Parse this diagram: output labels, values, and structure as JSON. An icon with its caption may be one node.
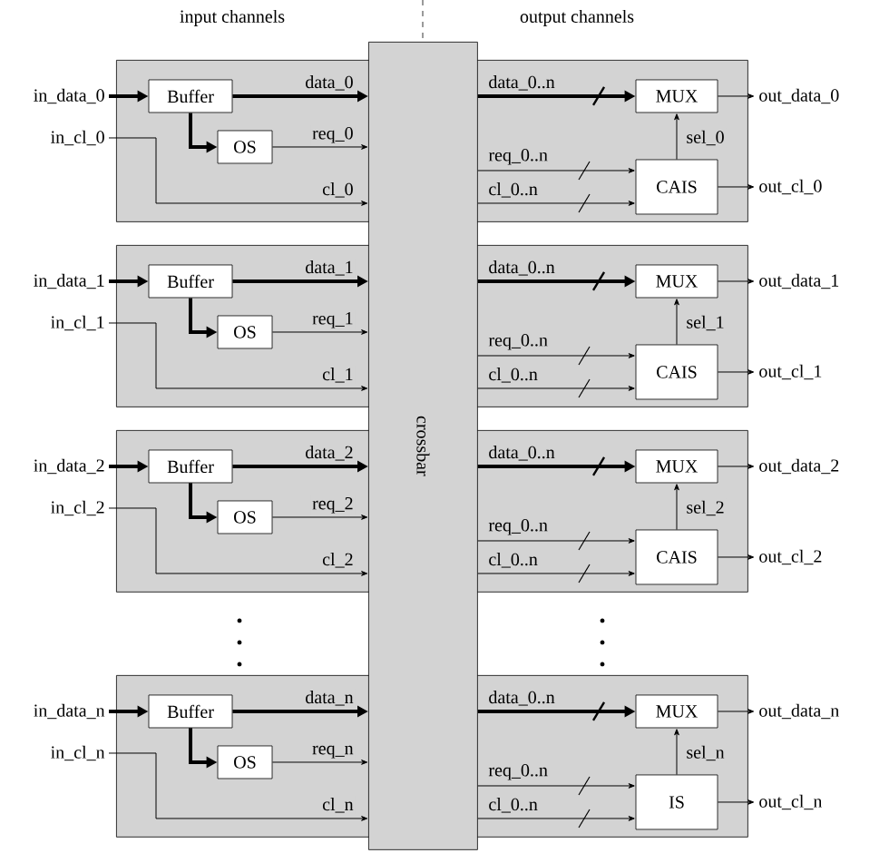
{
  "diagram": {
    "nodes": [
      {
        "text": [
          "crossbar"
        ]
      },
      {
        "text": [
          "in_data_0"
        ]
      },
      {
        "text": [
          "in_cl_0"
        ]
      },
      {
        "text": [],
        "shape": "box"
      },
      {
        "text": [
          "Buffer"
        ],
        "in": 3
      },
      {
        "text": [
          "OS"
        ],
        "in": 3
      },
      {
        "text": [],
        "shape": "box"
      },
      {
        "text": [
          "MUX"
        ],
        "in": 6
      },
      {
        "text": [
          "CAIS"
        ],
        "in": 6
      },
      {
        "text": [
          "out_data_0"
        ]
      },
      {
        "text": [
          "out_cl_0"
        ]
      },
      {
        "text": [
          "in_data_1"
        ]
      },
      {
        "text": [
          "in_cl_1"
        ]
      },
      {
        "text": [],
        "shape": "box"
      },
      {
        "text": [
          "Buffer"
        ],
        "in": 13
      },
      {
        "text": [
          "OS"
        ],
        "in": 13
      },
      {
        "text": [],
        "shape": "box"
      },
      {
        "text": [
          "MUX"
        ],
        "in": 16
      },
      {
        "text": [
          "CAIS"
        ],
        "in": 16
      },
      {
        "text": [
          "out_data_1"
        ]
      },
      {
        "text": [
          "out_cl_1"
        ]
      },
      {
        "text": [
          "in_data_2"
        ]
      },
      {
        "text": [
          "in_cl_2"
        ]
      },
      {
        "text": [],
        "shape": "box"
      },
      {
        "text": [
          "Buffer"
        ],
        "in": 23
      },
      {
        "text": [
          "OS"
        ],
        "in": 23
      },
      {
        "text": [],
        "shape": "box"
      },
      {
        "text": [
          "MUX"
        ],
        "in": 26
      },
      {
        "text": [
          "CAIS"
        ],
        "in": 26
      },
      {
        "text": [
          "out_data_2"
        ]
      },
      {
        "text": [
          "out_cl_2"
        ]
      },
      {
        "text": [
          "in_data_n"
        ]
      },
      {
        "text": [
          "in_cl_n"
        ]
      },
      {
        "text": [],
        "shape": "box"
      },
      {
        "text": [
          "Buffer"
        ],
        "in": 33
      },
      {
        "text": [
          "OS"
        ],
        "in": 33
      },
      {
        "text": [],
        "shape": "box"
      },
      {
        "text": [
          "MUX"
        ],
        "in": 36
      },
      {
        "text": [
          "IS"
        ],
        "in": 36
      },
      {
        "text": [
          "out_data_n"
        ]
      },
      {
        "text": [
          "out_cl_n"
        ]
      }
    ],
    "edges": [
      {
        "from": 1,
        "to": 4,
        "arrow": "to",
        "style": "thick"
      },
      {
        "from": 4,
        "to": 0,
        "arrow": "to",
        "label": "data_0",
        "style": "thick"
      },
      {
        "from": 4,
        "to": 5,
        "arrow": "to",
        "style": "thick"
      },
      {
        "from": 5,
        "to": 0,
        "arrow": "to",
        "label": "req_0"
      },
      {
        "from": 2,
        "to": 0,
        "arrow": "to",
        "label": "cl_0"
      },
      {
        "from": 0,
        "to": 7,
        "arrow": "to",
        "label": "data_0..n",
        "style": "thick"
      },
      {
        "from": 0,
        "to": 8,
        "arrow": "to",
        "label": "req_0..n"
      },
      {
        "from": 0,
        "to": 8,
        "arrow": "to",
        "label": "cl_0..n"
      },
      {
        "from": 8,
        "to": 7,
        "arrow": "to",
        "label": "sel_0"
      },
      {
        "from": 7,
        "to": 9,
        "arrow": "to"
      },
      {
        "from": 8,
        "to": 10,
        "arrow": "to"
      },
      {
        "from": 11,
        "to": 14,
        "arrow": "to",
        "style": "thick"
      },
      {
        "from": 14,
        "to": 0,
        "arrow": "to",
        "label": "data_1",
        "style": "thick"
      },
      {
        "from": 14,
        "to": 15,
        "arrow": "to",
        "style": "thick"
      },
      {
        "from": 15,
        "to": 0,
        "arrow": "to",
        "label": "req_1"
      },
      {
        "from": 12,
        "to": 0,
        "arrow": "to",
        "label": "cl_1"
      },
      {
        "from": 0,
        "to": 17,
        "arrow": "to",
        "label": "data_0..n",
        "style": "thick"
      },
      {
        "from": 0,
        "to": 18,
        "arrow": "to",
        "label": "req_0..n"
      },
      {
        "from": 0,
        "to": 18,
        "arrow": "to",
        "label": "cl_0..n"
      },
      {
        "from": 18,
        "to": 17,
        "arrow": "to",
        "label": "sel_1"
      },
      {
        "from": 17,
        "to": 19,
        "arrow": "to"
      },
      {
        "from": 18,
        "to": 20,
        "arrow": "to"
      },
      {
        "from": 21,
        "to": 24,
        "arrow": "to",
        "style": "thick"
      },
      {
        "from": 24,
        "to": 0,
        "arrow": "to",
        "label": "data_2",
        "style": "thick"
      },
      {
        "from": 24,
        "to": 25,
        "arrow": "to",
        "style": "thick"
      },
      {
        "from": 25,
        "to": 0,
        "arrow": "to",
        "label": "req_2"
      },
      {
        "from": 22,
        "to": 0,
        "arrow": "to",
        "label": "cl_2"
      },
      {
        "from": 0,
        "to": 27,
        "arrow": "to",
        "label": "data_0..n",
        "style": "thick"
      },
      {
        "from": 0,
        "to": 28,
        "arrow": "to",
        "label": "req_0..n"
      },
      {
        "from": 0,
        "to": 28,
        "arrow": "to",
        "label": "cl_0..n"
      },
      {
        "from": 28,
        "to": 27,
        "arrow": "to",
        "label": "sel_2"
      },
      {
        "from": 27,
        "to": 29,
        "arrow": "to"
      },
      {
        "from": 28,
        "to": 30,
        "arrow": "to"
      },
      {
        "from": 31,
        "to": 34,
        "arrow": "to",
        "style": "thick"
      },
      {
        "from": 34,
        "to": 0,
        "arrow": "to",
        "label": "data_n",
        "style": "thick"
      },
      {
        "from": 34,
        "to": 35,
        "arrow": "to",
        "style": "thick"
      },
      {
        "from": 35,
        "to": 0,
        "arrow": "to",
        "label": "req_n"
      },
      {
        "from": 32,
        "to": 0,
        "arrow": "to",
        "label": "cl_n"
      },
      {
        "from": 0,
        "to": 37,
        "arrow": "to",
        "label": "data_0..n",
        "style": "thick"
      },
      {
        "from": 0,
        "to": 38,
        "arrow": "to",
        "label": "req_0..n"
      },
      {
        "from": 0,
        "to": 38,
        "arrow": "to",
        "label": "cl_0..n"
      },
      {
        "from": 38,
        "to": 37,
        "arrow": "to",
        "label": "sel_n"
      },
      {
        "from": 37,
        "to": 39,
        "arrow": "to"
      },
      {
        "from": 38,
        "to": 40,
        "arrow": "to"
      }
    ],
    "labels": [
      "input channels",
      "output channels"
    ]
  }
}
